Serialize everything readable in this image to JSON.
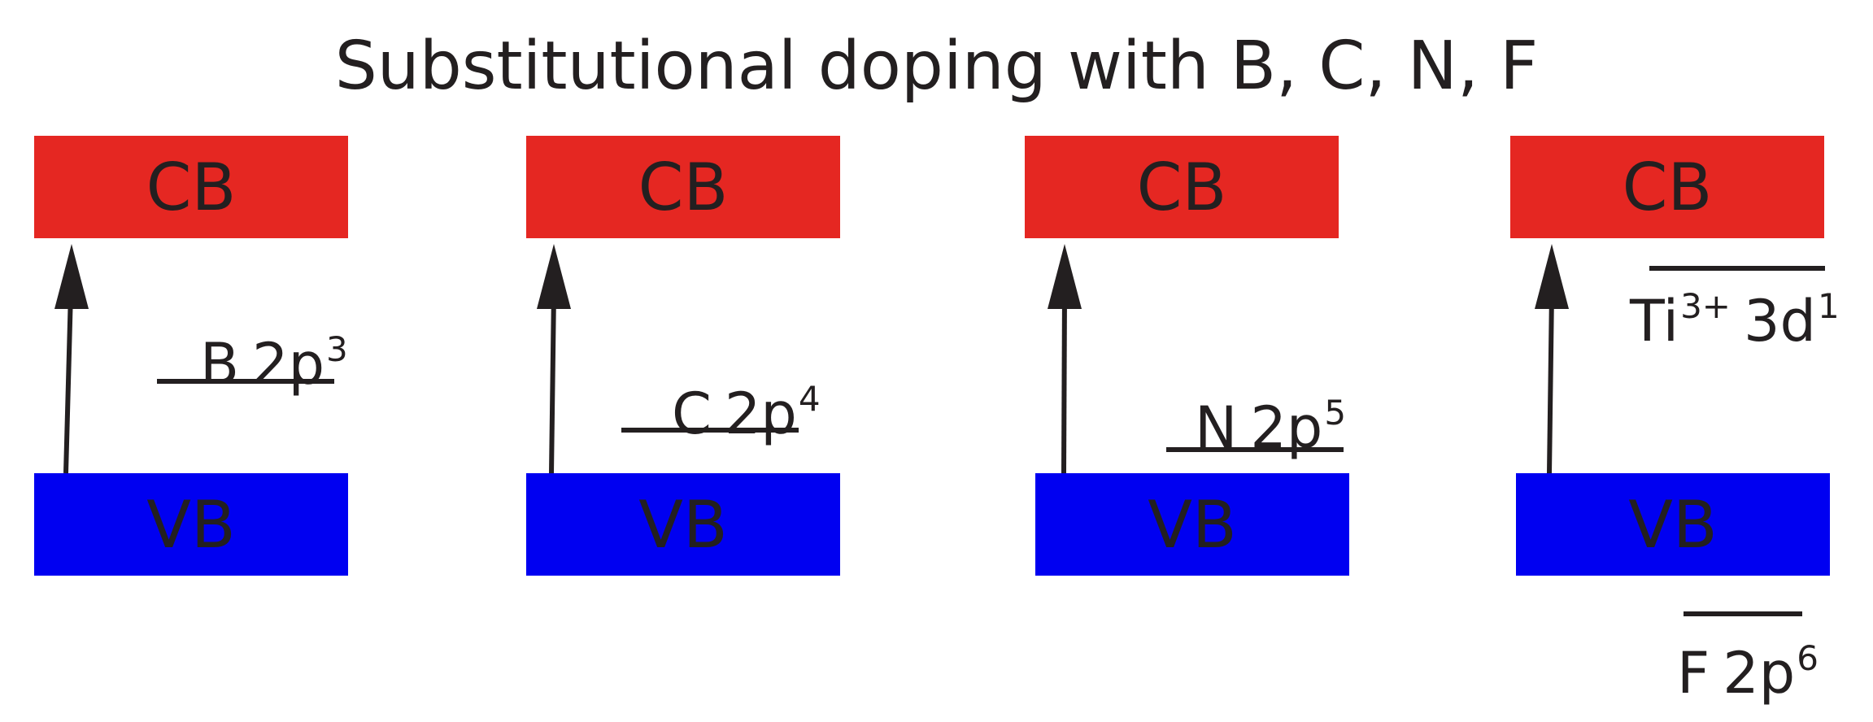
{
  "title": "Substitutional doping with B, C, N, F",
  "colors": {
    "conduction_band": "#e52722",
    "valence_band": "#0000f1",
    "ink": "#231f20"
  },
  "panels": [
    {
      "cb_label": "CB",
      "vb_label": "VB",
      "level": {
        "base": "B",
        "orbital": "2p",
        "sup": "3"
      }
    },
    {
      "cb_label": "CB",
      "vb_label": "VB",
      "level": {
        "base": "C",
        "orbital": "2p",
        "sup": "4"
      }
    },
    {
      "cb_label": "CB",
      "vb_label": "VB",
      "level": {
        "base": "N",
        "orbital": "2p",
        "sup": "5"
      }
    },
    {
      "cb_label": "CB",
      "vb_label": "VB",
      "level": {
        "base": "Ti",
        "base_sup": "3+",
        "orbital": "3d",
        "sup": "1"
      },
      "level2": {
        "base": "F",
        "orbital": "2p",
        "sup": "6"
      }
    }
  ]
}
